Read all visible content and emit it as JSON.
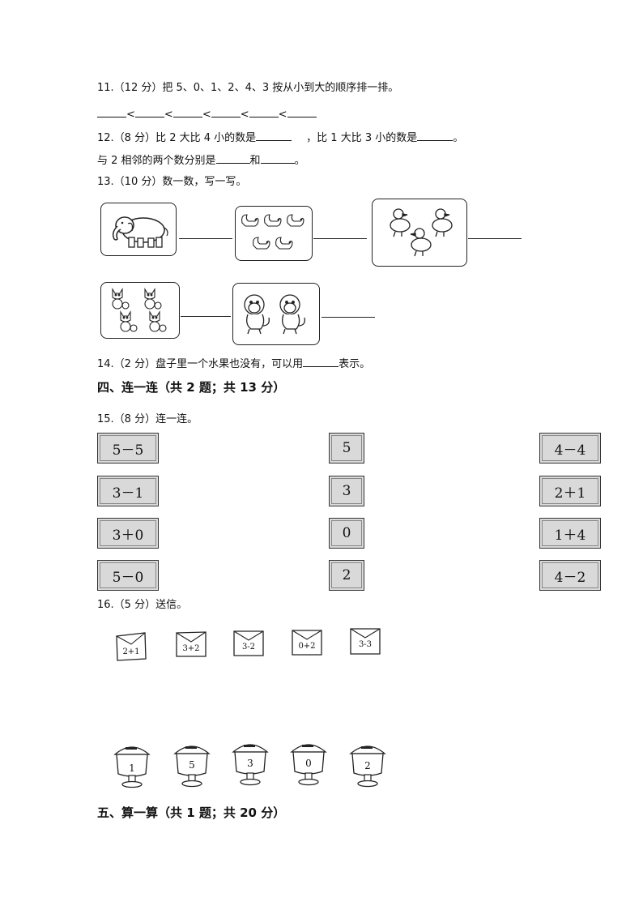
{
  "q11": {
    "title": "11.（12 分）把 5、0、1、2、4、3 按从小到大的顺序排一排。",
    "sep": "<"
  },
  "q12": {
    "prefix": "12.（8 分）比 2 大比 4 小的数是",
    "mid": "，比 1 大比 3 小的数是",
    "end": "。",
    "line2_prefix": "与 2 相邻的两个数分别是",
    "line2_mid": "和",
    "line2_end": "。"
  },
  "q13": {
    "title": "13.（10 分）数一数，写一写。",
    "pictures": [
      "elephant",
      "squirrels",
      "ducks",
      "cats",
      "monkeys"
    ]
  },
  "q14": {
    "prefix": "14.（2 分）盘子里一个水果也没有，可以用",
    "suffix": "表示。"
  },
  "section4": {
    "title": "四、连一连（共 2 题；共 13 分）"
  },
  "q15": {
    "title": "15.（8 分）连一连。",
    "left": [
      "5－5",
      "3－1",
      "3＋0",
      "5－0"
    ],
    "middle": [
      "5",
      "3",
      "0",
      "2"
    ],
    "right": [
      "4－4",
      "2＋1",
      "1＋4",
      "4－2"
    ]
  },
  "q16": {
    "title": "16.（5 分）送信。",
    "envelopes": [
      "2+1",
      "3+2",
      "3-2",
      "0+2",
      "3-3"
    ],
    "mailboxes": [
      "1",
      "5",
      "3",
      "0",
      "2"
    ]
  },
  "section5": {
    "title": "五、算一算（共 1 题；共 20 分）"
  }
}
